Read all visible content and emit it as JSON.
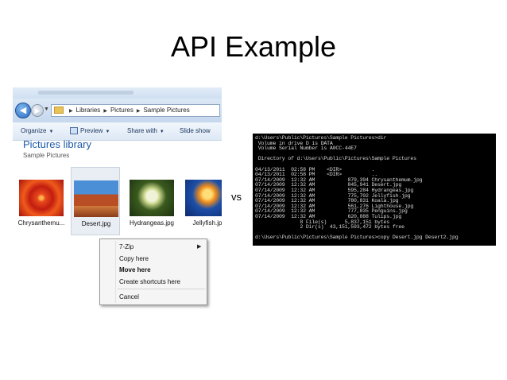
{
  "slide": {
    "title": "API Example",
    "vs_label": "vs"
  },
  "explorer": {
    "breadcrumb": [
      "Libraries",
      "Pictures",
      "Sample Pictures"
    ],
    "toolbar": {
      "organize": "Organize",
      "preview": "Preview",
      "share_with": "Share with",
      "slide_show": "Slide show"
    },
    "library_title": "Pictures library",
    "library_subtitle": "Sample Pictures",
    "files": [
      {
        "name": "Chrysanthemu...",
        "icon": "chrysanthemum-thumbnail"
      },
      {
        "name": "Desert.jpg",
        "icon": "desert-thumbnail",
        "selected": true
      },
      {
        "name": "Hydrangeas.jpg",
        "icon": "hydrangeas-thumbnail"
      },
      {
        "name": "Jellyfish.jp",
        "icon": "jellyfish-thumbnail"
      }
    ]
  },
  "context_menu": {
    "items": [
      {
        "label": "7-Zip",
        "has_submenu": true
      },
      {
        "label": "Copy here"
      },
      {
        "label": "Move here",
        "bold": true
      },
      {
        "label": "Create shortcuts here"
      },
      {
        "label": "Cancel"
      }
    ]
  },
  "console": {
    "lines": [
      "d:\\Users\\Public\\Pictures\\Sample Pictures>dir",
      " Volume in drive D is DATA",
      " Volume Serial Number is A0CC-44E7",
      "",
      " Directory of d:\\Users\\Public\\Pictures\\Sample Pictures",
      "",
      "04/13/2011  02:58 PM    <DIR>          .",
      "04/13/2011  02:58 PM    <DIR>          ..",
      "07/14/2009  12:32 AM           879,394 Chrysanthemum.jpg",
      "07/14/2009  12:32 AM           845,941 Desert.jpg",
      "07/14/2009  12:32 AM           595,284 Hydrangeas.jpg",
      "07/14/2009  12:32 AM           775,702 Jellyfish.jpg",
      "07/14/2009  12:32 AM           780,831 Koala.jpg",
      "07/14/2009  12:32 AM           561,276 Lighthouse.jpg",
      "07/14/2009  12:32 AM           777,835 Penguins.jpg",
      "07/14/2009  12:32 AM           620,888 Tulips.jpg",
      "               8 File(s)      5,837,151 bytes",
      "               2 Dir(s)  43,151,593,472 bytes free",
      "",
      "d:\\Users\\Public\\Pictures\\Sample Pictures>copy Desert.jpg Desert2.jpg"
    ]
  }
}
